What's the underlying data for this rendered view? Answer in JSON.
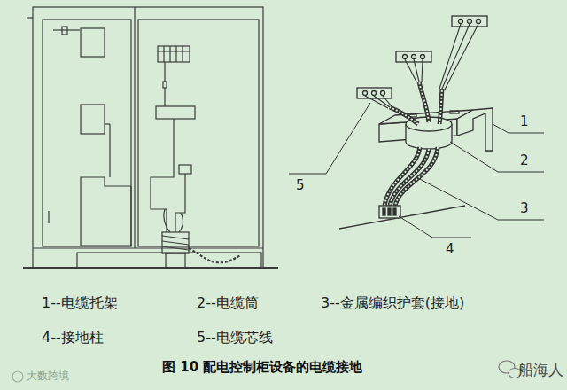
{
  "diagram": {
    "caption": "图 10 配电控制柜设备的电缆接地",
    "labels": [
      "1",
      "2",
      "3",
      "4",
      "5",
      "1--电缆托架",
      "2--电缆筒",
      "3--金属编织护套(接地)",
      "4--接地柱",
      "5--电缆芯线",
      "大数跨境",
      "船海人"
    ]
  }
}
